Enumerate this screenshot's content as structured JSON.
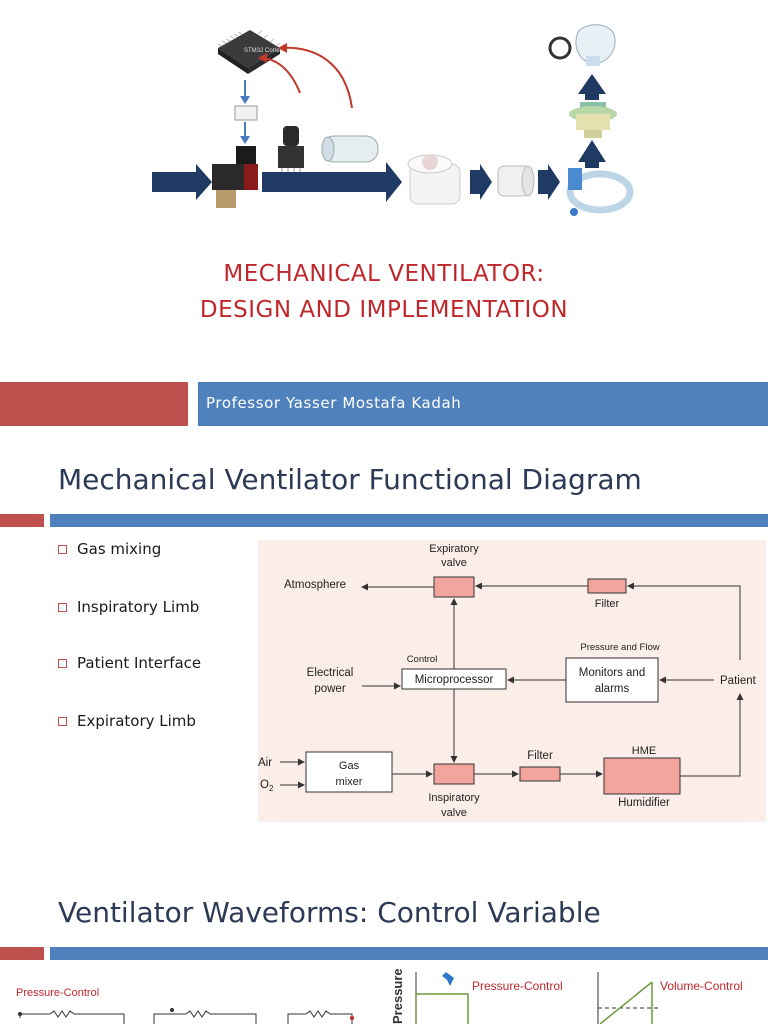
{
  "slide1": {
    "title_line1": "MECHANICAL VENTILATOR:",
    "title_line2": "DESIGN AND IMPLEMENTATION",
    "author": "Professor Yasser Mostafa Kadah",
    "chip_text": "STM32 Cortex"
  },
  "slide2": {
    "heading": "Mechanical Ventilator Functional Diagram",
    "bullets": [
      "Gas mixing",
      "Inspiratory Limb",
      "Patient Interface",
      "Expiratory Limb"
    ],
    "diagram": {
      "expiratory_valve": [
        "Expiratory",
        "valve"
      ],
      "atmosphere": "Atmosphere",
      "filter_top": "Filter",
      "pressure_flow": "Pressure and Flow",
      "control": "Control",
      "electrical_power": [
        "Electrical",
        "power"
      ],
      "microprocessor": "Microprocessor",
      "monitors": [
        "Monitors and",
        "alarms"
      ],
      "patient": "Patient",
      "air": "Air",
      "o2": "O",
      "o2_sub": "2",
      "gas_mixer": [
        "Gas",
        "mixer"
      ],
      "filter_bottom": "Filter",
      "hme": "HME",
      "inspiratory_valve": [
        "Inspiratory",
        "valve"
      ],
      "humidifier": "Humidifier"
    }
  },
  "slide3": {
    "heading": "Ventilator Waveforms: Control Variable",
    "pressure_control_left": "Pressure-Control",
    "pressure_axis": "Pressure",
    "pressure_control_graph": "Pressure-Control",
    "volume_control_graph": "Volume-Control"
  },
  "colors": {
    "title_red": "#c0272d",
    "bar_red": "#c0504d",
    "bar_blue": "#4f81bd",
    "heading_navy": "#2c3a55",
    "arrow_navy": "#1f3b63",
    "diagram_bg": "#fbeee8",
    "box_pink": "#f2a59c"
  }
}
